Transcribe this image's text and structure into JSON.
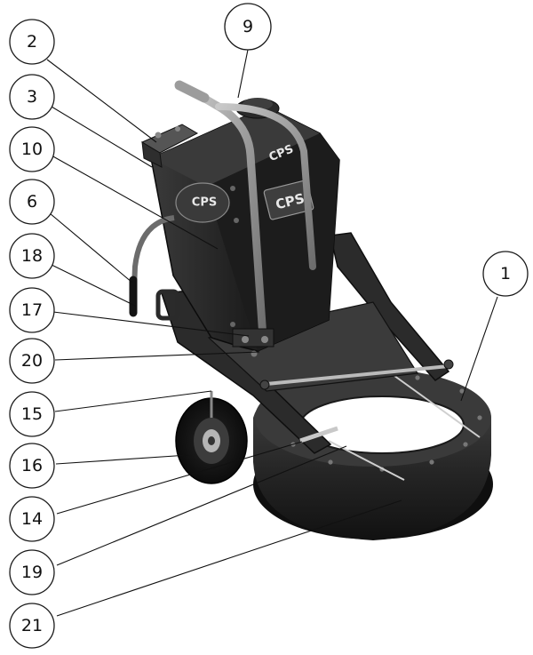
{
  "brand": {
    "logo_text": "CPS"
  },
  "callouts": [
    {
      "label": "9"
    },
    {
      "label": "2"
    },
    {
      "label": "3"
    },
    {
      "label": "10"
    },
    {
      "label": "6"
    },
    {
      "label": "18"
    },
    {
      "label": "17"
    },
    {
      "label": "20"
    },
    {
      "label": "15"
    },
    {
      "label": "16"
    },
    {
      "label": "14"
    },
    {
      "label": "19"
    },
    {
      "label": "21"
    },
    {
      "label": "1"
    }
  ],
  "colors": {
    "machine_body": "#2a2a2a",
    "machine_dark": "#141414",
    "machine_highlight": "#6a6a6a",
    "handle_metal": "#9a9a9a",
    "line": "#111111"
  }
}
